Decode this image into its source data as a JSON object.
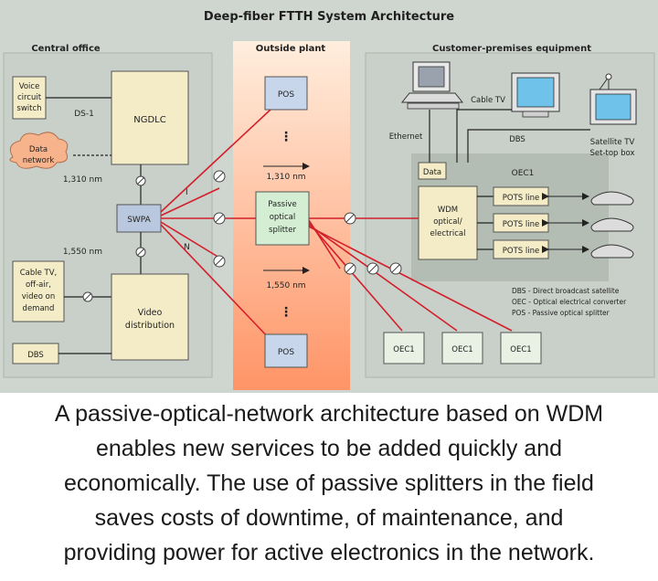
{
  "diagram": {
    "title": "Deep-fiber FTTH System Architecture",
    "sections": {
      "central_office": "Central office",
      "outside_plant": "Outside plant",
      "customer_premises": "Customer-premises equipment"
    },
    "central_office": {
      "voice_switch": [
        "Voice",
        "circuit",
        "switch"
      ],
      "ds1": "DS-1",
      "ngdlc": "NGDLC",
      "data_network": [
        "Data",
        "network"
      ],
      "wl_1310": "1,310 nm",
      "swpa": "SWPA",
      "wl_1550": "1,550 nm",
      "cable_tv": [
        "Cable TV,",
        "off-air,",
        "video on",
        "demand"
      ],
      "video_distribution": [
        "Video",
        "distribution"
      ],
      "dbs": "DBS",
      "port_top": "I",
      "port_bottom": "N"
    },
    "outside_plant": {
      "pos_top": "POS",
      "wl_1310": "1,310 nm",
      "splitter": [
        "Passive",
        "optical",
        "splitter"
      ],
      "wl_1550": "1,550 nm",
      "pos_bottom": "POS"
    },
    "customer_premises": {
      "ethernet": "Ethernet",
      "cable_tv": "Cable TV",
      "dbs": "DBS",
      "satellite": [
        "Satellite TV",
        "Set-top box"
      ],
      "data": "Data",
      "oec_main": "OEC1",
      "wdm": [
        "WDM",
        "optical/",
        "electrical"
      ],
      "pots_lines": [
        "POTS line",
        "POTS line",
        "POTS line"
      ],
      "legend": [
        "DBS - Direct broadcast satellite",
        "OEC - Optical electrical converter",
        "POS - Passive optical splitter"
      ],
      "oec_units": [
        "OEC1",
        "OEC1",
        "OEC1"
      ]
    }
  },
  "caption": [
    "A passive-optical-network architecture based on WDM",
    "enables new services to be added quickly and",
    "economically. The use of passive splitters in the field",
    "saves costs of downtime, of maintenance, and",
    "providing power for active electronics in the network."
  ],
  "colors": {
    "panel_bg": "#cfd6d0",
    "box_fill": "#f3ecc6",
    "fiber": "#d31f2a",
    "outside_plant_top": "#ffe9d6",
    "outside_plant_bottom": "#ff9a6a",
    "cpe_shade": "#b6c0b8",
    "data_cloud": "#f7b48c"
  }
}
